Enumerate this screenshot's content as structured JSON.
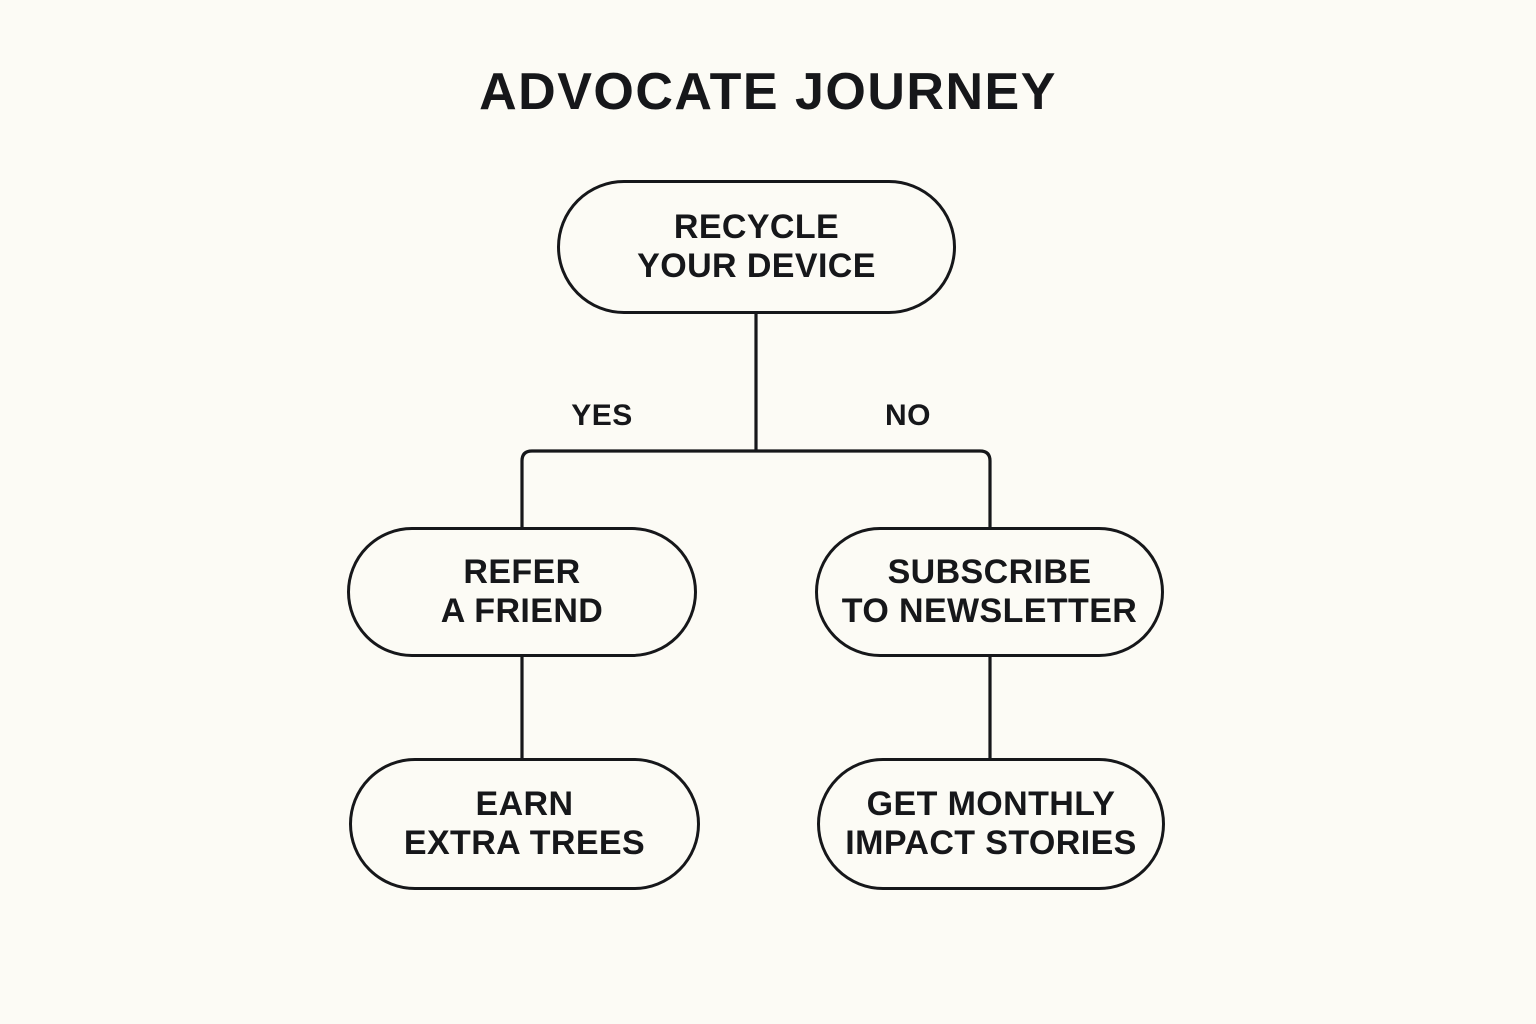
{
  "page": {
    "title": "ADVOCATE JOURNEY",
    "background_color": "#FCFBF5",
    "ink_color": "#16171A"
  },
  "diagram": {
    "type": "flowchart",
    "orientation": "top-down",
    "nodes": [
      {
        "id": "recycle",
        "shape": "pill",
        "role": "start",
        "lines": [
          "RECYCLE",
          "YOUR DEVICE"
        ]
      },
      {
        "id": "refer",
        "shape": "pill",
        "role": "step",
        "lines": [
          "REFER",
          "A FRIEND"
        ]
      },
      {
        "id": "subscribe",
        "shape": "pill",
        "role": "step",
        "lines": [
          "SUBSCRIBE",
          "TO NEWSLETTER"
        ]
      },
      {
        "id": "earn",
        "shape": "pill",
        "role": "outcome",
        "lines": [
          "EARN",
          "EXTRA TREES"
        ]
      },
      {
        "id": "stories",
        "shape": "pill",
        "role": "outcome",
        "lines": [
          "GET MONTHLY",
          "IMPACT STORIES"
        ]
      }
    ],
    "edges": [
      {
        "id": "recycle-to-split",
        "from": "recycle",
        "to": "split",
        "label": ""
      },
      {
        "id": "split-to-refer",
        "from": "recycle",
        "to": "refer",
        "label": "YES"
      },
      {
        "id": "split-to-subscribe",
        "from": "recycle",
        "to": "subscribe",
        "label": "NO"
      },
      {
        "id": "refer-to-earn",
        "from": "refer",
        "to": "earn",
        "label": ""
      },
      {
        "id": "subscribe-to-stories",
        "from": "subscribe",
        "to": "stories",
        "label": ""
      }
    ],
    "branch_labels": {
      "yes": "YES",
      "no": "NO"
    }
  }
}
